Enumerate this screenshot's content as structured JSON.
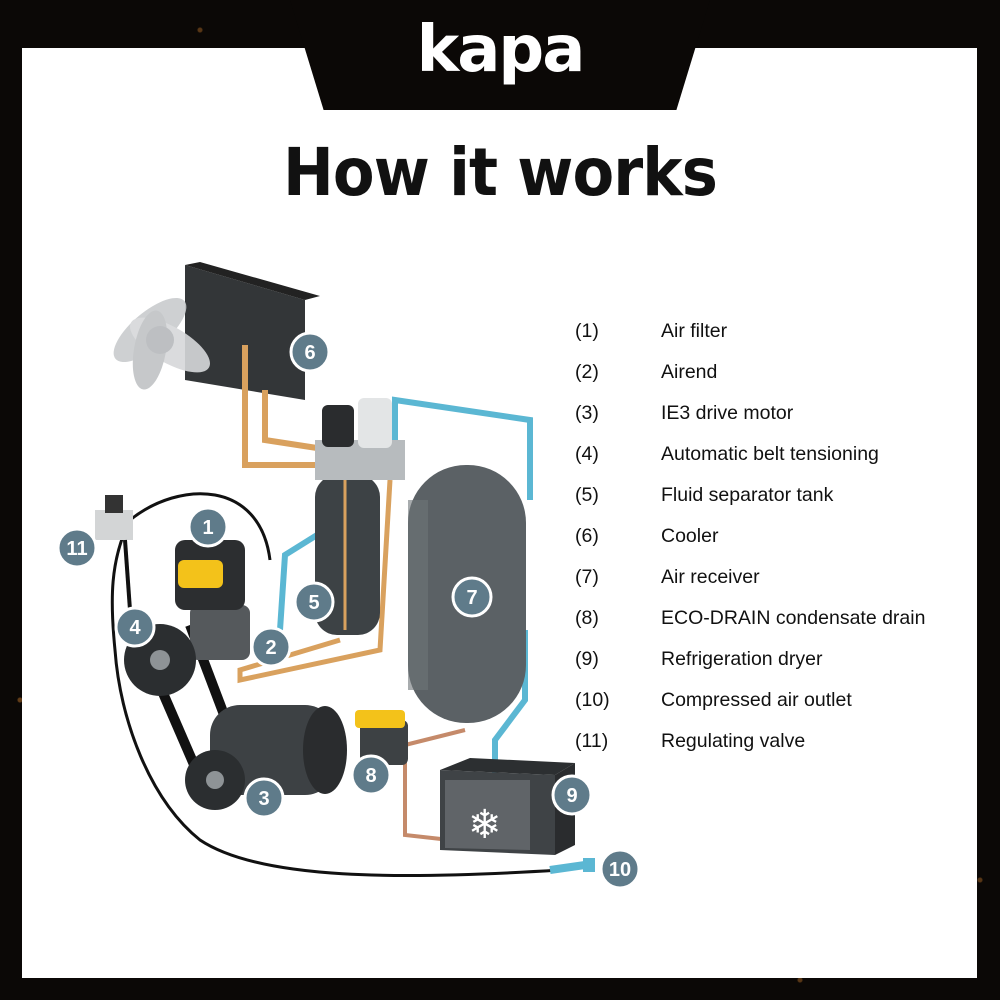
{
  "brand": {
    "logo_text": "kapa"
  },
  "heading": {
    "title": "How it works"
  },
  "legend": [
    {
      "num": "(1)",
      "label": "Air filter"
    },
    {
      "num": "(2)",
      "label": "Airend"
    },
    {
      "num": "(3)",
      "label": "IE3 drive motor"
    },
    {
      "num": "(4)",
      "label": "Automatic belt tensioning"
    },
    {
      "num": "(5)",
      "label": "Fluid separator tank"
    },
    {
      "num": "(6)",
      "label": "Cooler"
    },
    {
      "num": "(7)",
      "label": "Air receiver"
    },
    {
      "num": "(8)",
      "label": "ECO-DRAIN condensate drain"
    },
    {
      "num": "(9)",
      "label": "Refrigeration dryer"
    },
    {
      "num": "(10)",
      "label": "Compressed air outlet"
    },
    {
      "num": "(11)",
      "label": "Regulating valve"
    }
  ],
  "badges": [
    "1",
    "2",
    "3",
    "4",
    "5",
    "6",
    "7",
    "8",
    "9",
    "10",
    "11"
  ],
  "colors": {
    "badge": "#5f7b8a",
    "tank": "#5b6165",
    "pipe_air": "#5bb7d3",
    "pipe_oil": "#d9a15e",
    "pipe_condensate": "#c58a6a",
    "filter_yellow": "#f3c21a"
  }
}
